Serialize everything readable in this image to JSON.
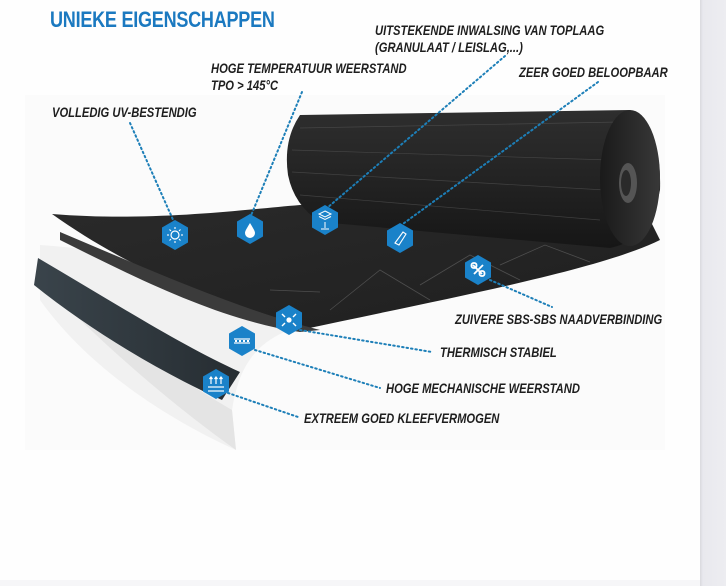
{
  "title": "UNIEKE EIGENSCHAPPEN",
  "colors": {
    "accent": "#1b79c0",
    "icon_fill": "#1a82c9",
    "leader_dots": "#1d7fb8",
    "membrane_dark": "#262626",
    "underside": "#2c343a",
    "text": "#1e1e1e"
  },
  "features": [
    {
      "id": "uv",
      "label_lines": [
        "VOLLEDIG UV-BESTENDIG"
      ],
      "icon": "sun-icon"
    },
    {
      "id": "temp",
      "label_lines": [
        "HOGE TEMPERATUUR WEERSTAND",
        "TPO > 145°C"
      ],
      "icon": "drop-icon"
    },
    {
      "id": "toplayer",
      "label_lines": [
        "UITSTEKENDE INWALSING VAN TOPLAAG",
        "(GRANULAAT / LEISLAG,...)"
      ],
      "icon": "layers-press-icon"
    },
    {
      "id": "walk",
      "label_lines": [
        "ZEER GOED BELOOPBAAR"
      ],
      "icon": "shoe-icon"
    },
    {
      "id": "seam",
      "label_lines": [
        "ZUIVERE SBS-SBS NAADVERBINDING"
      ],
      "icon": "link-icon"
    },
    {
      "id": "thermal",
      "label_lines": [
        "THERMISCH STABIEL"
      ],
      "icon": "expand-icon"
    },
    {
      "id": "mech",
      "label_lines": [
        "HOGE MECHANISCHE WEERSTAND"
      ],
      "icon": "surface-icon"
    },
    {
      "id": "adhesion",
      "label_lines": [
        "EXTREEM GOED KLEEFVERMOGEN"
      ],
      "icon": "adhesion-arrows-icon"
    }
  ]
}
